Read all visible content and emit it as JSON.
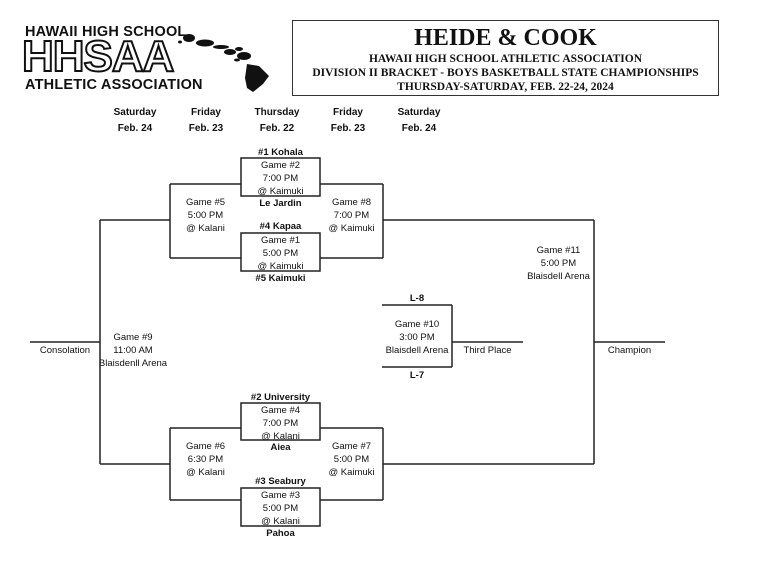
{
  "logo": {
    "line1": "HAWAII HIGH SCHOOL",
    "big": "HHSAA",
    "line3": "ATHLETIC ASSOCIATION",
    "icon": "hawaii-islands-icon"
  },
  "header": {
    "title": "HEIDE & COOK",
    "subtitle1": "HAWAII HIGH SCHOOL ATHLETIC ASSOCIATION",
    "subtitle2": "DIVISION II BRACKET - BOYS BASKETBALL STATE CHAMPIONSHIPS",
    "subtitle3": "THURSDAY-SATURDAY, FEB. 22-24, 2024"
  },
  "columns": [
    {
      "day": "Saturday",
      "date": "Feb. 24"
    },
    {
      "day": "Friday",
      "date": "Feb. 23"
    },
    {
      "day": "Thursday",
      "date": "Feb. 22"
    },
    {
      "day": "Friday",
      "date": "Feb. 23"
    },
    {
      "day": "Saturday",
      "date": "Feb. 24"
    }
  ],
  "games": {
    "g2": {
      "seed_top": "#1 Kohala",
      "name": "Game #2",
      "time": "7:00 PM",
      "venue": "@ Kaimuki",
      "seed_bottom": "Le Jardin"
    },
    "g1": {
      "seed_top": "#4 Kapaa",
      "name": "Game #1",
      "time": "5:00 PM",
      "venue": "@ Kaimuki",
      "seed_bottom": "#5 Kaimuki"
    },
    "g5": {
      "name": "Game #5",
      "time": "5:00 PM",
      "venue": "@ Kalani"
    },
    "g8": {
      "name": "Game #8",
      "time": "7:00 PM",
      "venue": "@ Kaimuki"
    },
    "g4": {
      "seed_top": "#2 University",
      "name": "Game #4",
      "time": "7:00 PM",
      "venue": "@ Kalani",
      "seed_bottom": "Aiea"
    },
    "g3": {
      "seed_top": "#3 Seabury",
      "name": "Game #3",
      "time": "5:00 PM",
      "venue": "@ Kalani",
      "seed_bottom": "Pahoa"
    },
    "g6": {
      "name": "Game #6",
      "time": "6:30 PM",
      "venue": "@ Kalani"
    },
    "g7": {
      "name": "Game #7",
      "time": "5:00 PM",
      "venue": "@ Kaimuki"
    },
    "g9": {
      "name": "Game #9",
      "time": "11:00 AM",
      "venue": "Blaisdenll Arena",
      "result_label": "Consolation"
    },
    "g10": {
      "top": "L-8",
      "name": "Game #10",
      "time": "3:00 PM",
      "venue": "Blaisdell Arena",
      "bottom": "L-7",
      "result_label": "Third Place"
    },
    "g11": {
      "name": "Game #11",
      "time": "5:00 PM",
      "venue": "Blaisdell Arena",
      "result_label": "Champion"
    }
  }
}
